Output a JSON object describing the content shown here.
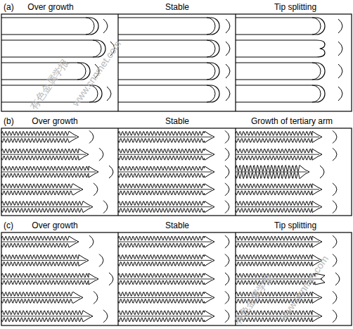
{
  "diagram": {
    "labels": [
      "(a)",
      "Over growth",
      "Stable",
      "Tip splitting",
      "(b)",
      "Over growth",
      "Stable",
      "Growth of tertiary arm",
      "(c)",
      "Over growth",
      "Stable",
      "Tip splitting",
      "有色金属学报",
      "www.cnnmet.com",
      "有色金属学报",
      "www.cnnmet.com"
    ]
  }
}
